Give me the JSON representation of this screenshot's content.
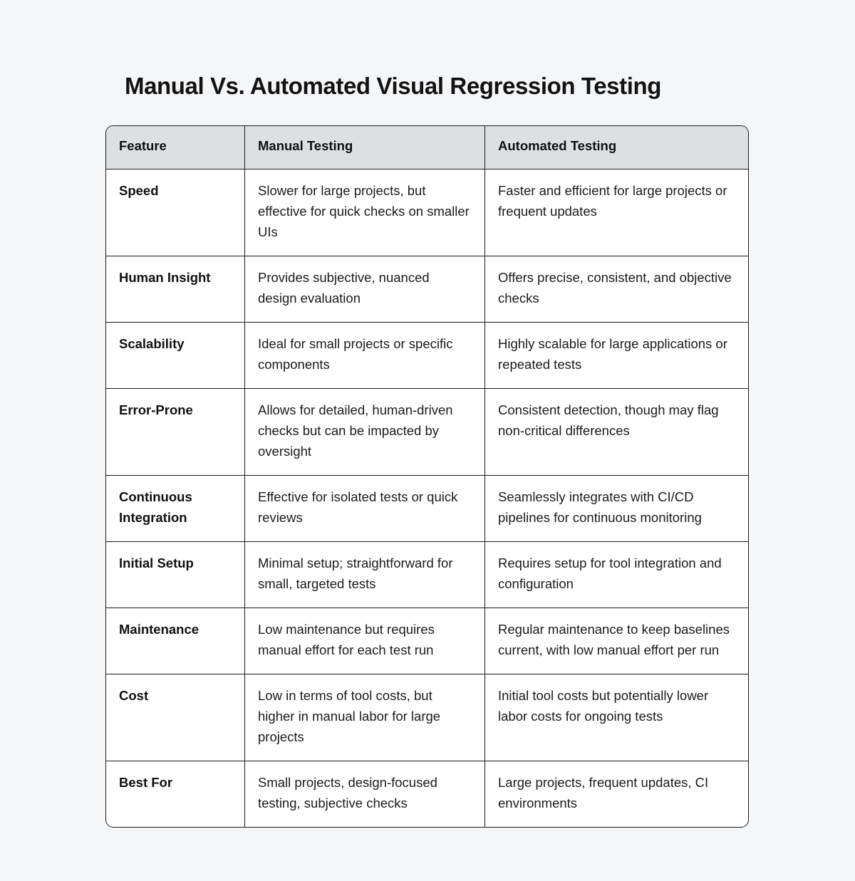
{
  "page": {
    "title": "Manual Vs. Automated Visual Regression Testing",
    "background_color": "#f5f6f8",
    "text_color": "#1b1b1b",
    "header_fill_color": "#dde0e3",
    "border_color": "#1b1b1b"
  },
  "table": {
    "columns": [
      "Feature",
      "Manual Testing",
      "Automated Testing"
    ],
    "rows": [
      {
        "feature": "Speed",
        "manual": "Slower for large projects, but effective for quick checks on smaller UIs",
        "automated": "Faster and efficient for large projects or frequent updates"
      },
      {
        "feature": "Human Insight",
        "manual": "Provides subjective, nuanced design evaluation",
        "automated": "Offers precise, consistent, and objective checks"
      },
      {
        "feature": "Scalability",
        "manual": "Ideal for small projects or specific components",
        "automated": "Highly scalable for large applications or repeated tests"
      },
      {
        "feature": "Error-Prone",
        "manual": "Allows for detailed, human-driven checks but can be impacted by oversight",
        "automated": "Consistent detection, though may flag non-critical differences"
      },
      {
        "feature": "Continuous Integration",
        "manual": "Effective for isolated tests or quick reviews",
        "automated": "Seamlessly integrates with CI/CD pipelines for continuous monitoring"
      },
      {
        "feature": "Initial Setup",
        "manual": "Minimal setup; straightforward for small, targeted tests",
        "automated": "Requires setup for tool integration and configuration"
      },
      {
        "feature": "Maintenance",
        "manual": "Low maintenance but requires manual effort for each test run",
        "automated": "Regular maintenance to keep baselines current, with low manual effort per run"
      },
      {
        "feature": "Cost",
        "manual": "Low in terms of tool costs, but higher in manual labor for large projects",
        "automated": "Initial tool costs but potentially lower labor costs for ongoing tests"
      },
      {
        "feature": "Best For",
        "manual": "Small projects, design-focused testing, subjective checks",
        "automated": "Large projects, frequent updates, CI environments"
      }
    ]
  }
}
